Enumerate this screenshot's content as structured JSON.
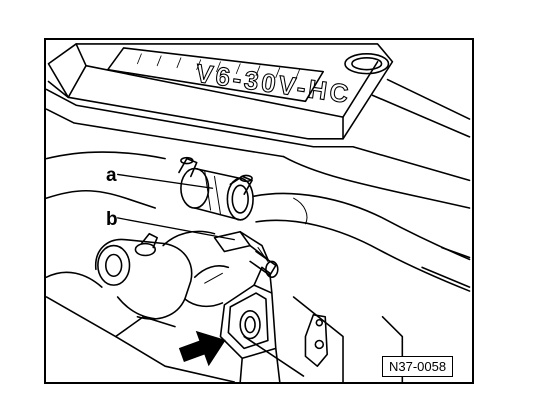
{
  "figure": {
    "callouts": {
      "a": "a",
      "b": "b"
    },
    "engine_cover_lettering": "V6-30V-HC",
    "figure_id": "N37-0058"
  },
  "colors": {
    "ink": "#000000",
    "paper": "#ffffff"
  },
  "icons": {
    "arrow": "filled-arrow-icon"
  }
}
